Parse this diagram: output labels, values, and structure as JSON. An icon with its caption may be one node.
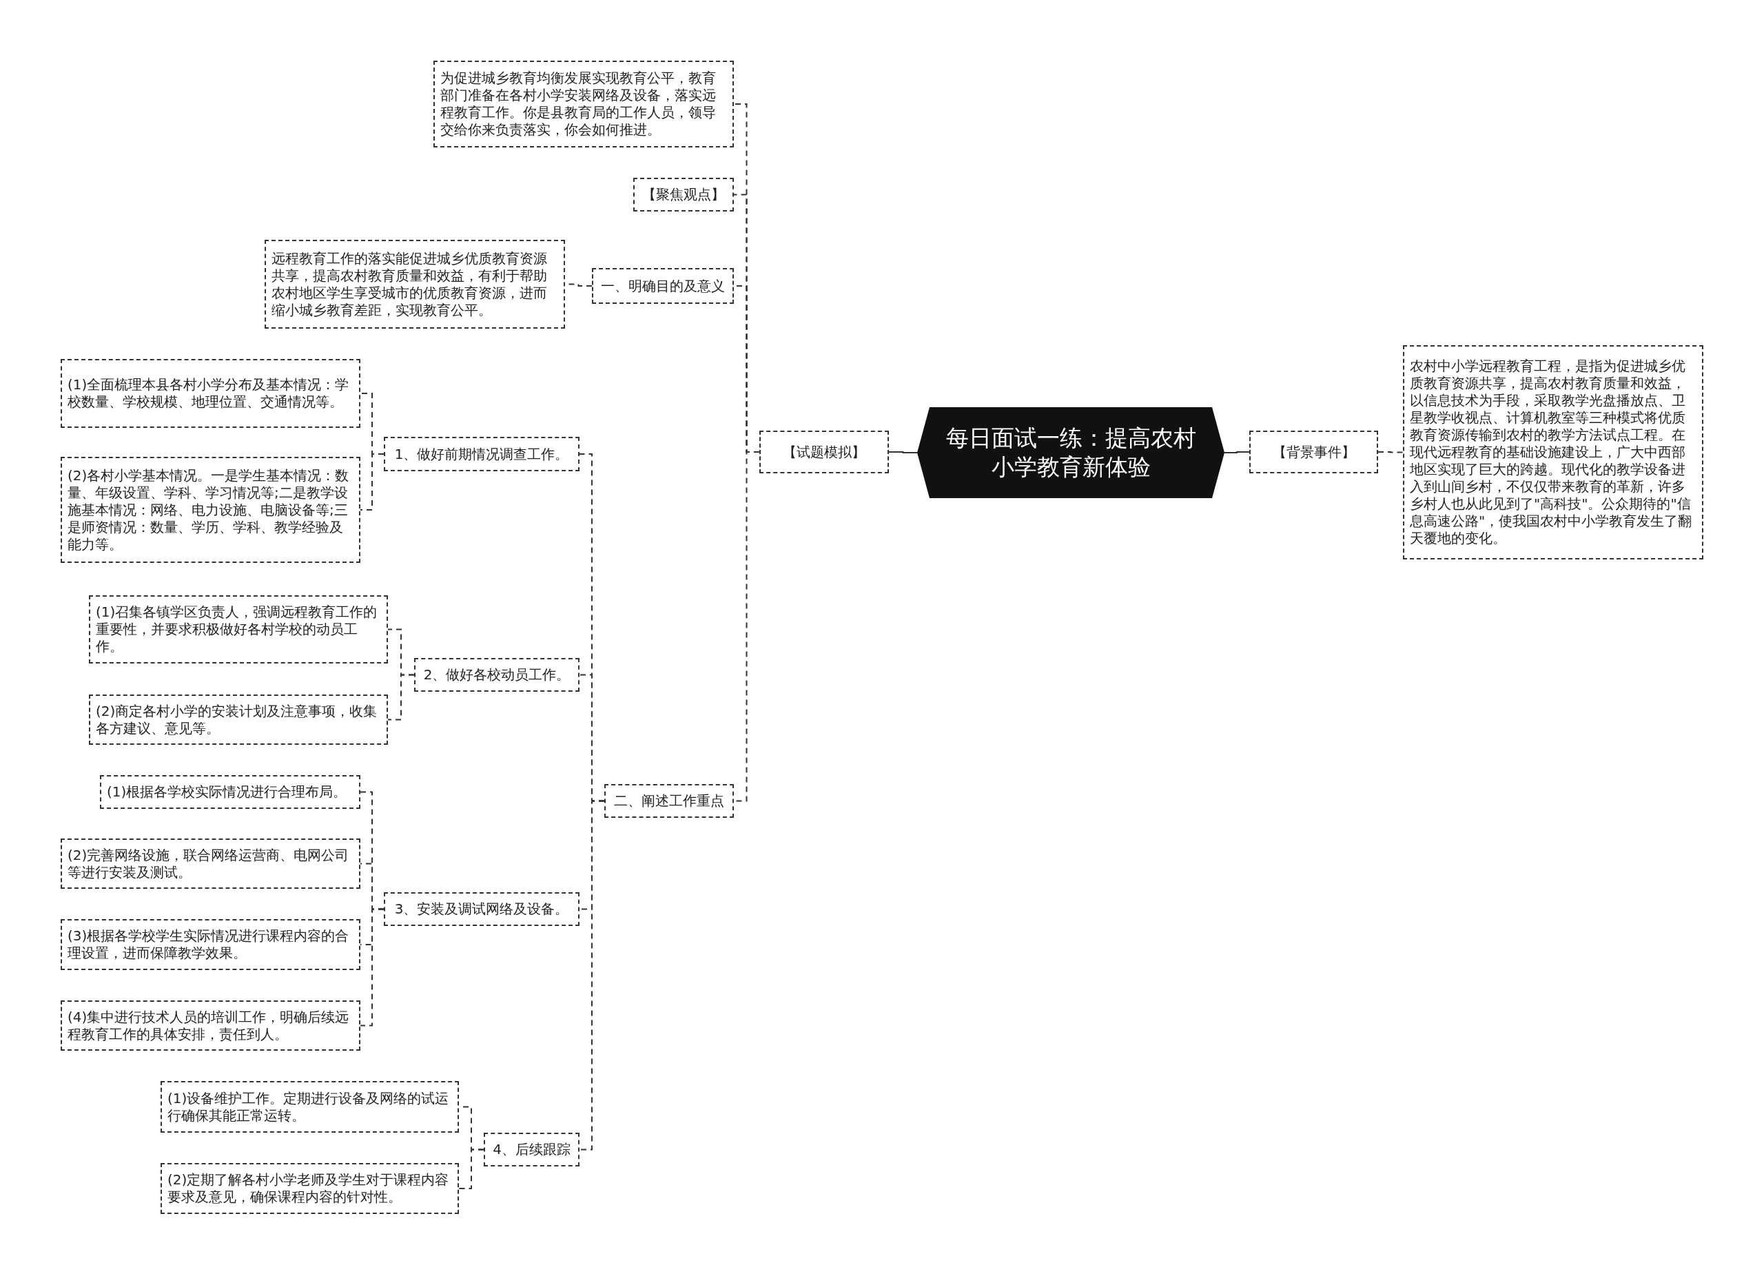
{
  "diagram": {
    "nodes": [
      {
        "text": [
          "每日面试一练：提高农村小学教育新体验"
        ]
      },
      {
        "text": [
          "【试题模拟】"
        ]
      },
      {
        "text": [
          "【背景事件】"
        ]
      },
      {
        "text": [
          "农村中小学远程教育工程，是指为促进城乡优质教育资源共享，提高农村教育质量和效益，以信息技术为手段，采取教学光盘播放点、卫星教学收视点、计算机教室等三种模式将优质教育资源传输到农村的教学方法试点工程。在现代远程教育的基础设施建设上，广大中西部地区实现了巨大的跨越。现代化的教学设备进入到山间乡村，不仅仅带来教育的革新，许多乡村人也从此见到了\"高科技\"。公众期待的\"信息高速公路\"，使我国农村中小学教育发生了翻天覆地的变化。"
        ]
      },
      {
        "text": [
          "为促进城乡教育均衡发展实现教育公平，教育部门准备在各村小学安装网络及设备，落实远程教育工作。你是县教育局的工作人员，领导交给你来负责落实，你会如何推进。"
        ]
      },
      {
        "text": [
          "【聚焦观点】"
        ]
      },
      {
        "text": [
          "一、明确目的及意义"
        ]
      },
      {
        "text": [
          "远程教育工作的落实能促进城乡优质教育资源共享，提高农村教育质量和效益，有利于帮助农村地区学生享受城市的优质教育资源，进而缩小城乡教育差距，实现教育公平。"
        ]
      },
      {
        "text": [
          "二、阐述工作重点"
        ]
      },
      {
        "text": [
          "1、做好前期情况调查工作。"
        ]
      },
      {
        "text": [
          "(1)全面梳理本县各村小学分布及基本情况：学校数量、学校规模、地理位置、交通情况等。"
        ]
      },
      {
        "text": [
          "(2)各村小学基本情况。一是学生基本情况：数量、年级设置、学科、学习情况等;二是教学设施基本情况：网络、电力设施、电脑设备等;三是师资情况：数量、学历、学科、教学经验及能力等。"
        ]
      },
      {
        "text": [
          "2、做好各校动员工作。"
        ]
      },
      {
        "text": [
          "(1)召集各镇学区负责人，强调远程教育工作的重要性，并要求积极做好各村学校的动员工作。"
        ]
      },
      {
        "text": [
          "(2)商定各村小学的安装计划及注意事项，收集各方建议、意见等。"
        ]
      },
      {
        "text": [
          "3、安装及调试网络及设备。"
        ]
      },
      {
        "text": [
          "(1)根据各学校实际情况进行合理布局。"
        ]
      },
      {
        "text": [
          "(2)完善网络设施，联合网络运营商、电网公司等进行安装及测试。"
        ]
      },
      {
        "text": [
          "(3)根据各学校学生实际情况进行课程内容的合理设置，进而保障教学效果。"
        ]
      },
      {
        "text": [
          "(4)集中进行技术人员的培训工作，明确后续远程教育工作的具体安排，责任到人。"
        ]
      },
      {
        "text": [
          "4、后续跟踪"
        ]
      },
      {
        "text": [
          "(1)设备维护工作。定期进行设备及网络的试运行确保其能正常运转。"
        ]
      },
      {
        "text": [
          "(2)定期了解各村小学老师及学生对于课程内容要求及意见，确保课程内容的针对性。"
        ]
      }
    ],
    "edges": [
      {
        "from": 0,
        "to": 1,
        "arrow": "none"
      },
      {
        "from": 0,
        "to": 2,
        "arrow": "none"
      },
      {
        "from": 2,
        "to": 3,
        "arrow": "none",
        "style": "dashed"
      },
      {
        "from": 1,
        "to": 4,
        "arrow": "none",
        "style": "dashed"
      },
      {
        "from": 1,
        "to": 5,
        "arrow": "none",
        "style": "dashed"
      },
      {
        "from": 1,
        "to": 6,
        "arrow": "none",
        "style": "dashed"
      },
      {
        "from": 1,
        "to": 8,
        "arrow": "none",
        "style": "dashed"
      },
      {
        "from": 6,
        "to": 7,
        "arrow": "none",
        "style": "dashed"
      },
      {
        "from": 8,
        "to": 9,
        "arrow": "none",
        "style": "dashed"
      },
      {
        "from": 8,
        "to": 12,
        "arrow": "none",
        "style": "dashed"
      },
      {
        "from": 8,
        "to": 15,
        "arrow": "none",
        "style": "dashed"
      },
      {
        "from": 8,
        "to": 20,
        "arrow": "none",
        "style": "dashed"
      },
      {
        "from": 9,
        "to": 10,
        "arrow": "none",
        "style": "dashed"
      },
      {
        "from": 9,
        "to": 11,
        "arrow": "none",
        "style": "dashed"
      },
      {
        "from": 12,
        "to": 13,
        "arrow": "none",
        "style": "dashed"
      },
      {
        "from": 12,
        "to": 14,
        "arrow": "none",
        "style": "dashed"
      },
      {
        "from": 15,
        "to": 16,
        "arrow": "none",
        "style": "dashed"
      },
      {
        "from": 15,
        "to": 17,
        "arrow": "none",
        "style": "dashed"
      },
      {
        "from": 15,
        "to": 18,
        "arrow": "none",
        "style": "dashed"
      },
      {
        "from": 15,
        "to": 19,
        "arrow": "none",
        "style": "dashed"
      },
      {
        "from": 20,
        "to": 21,
        "arrow": "none",
        "style": "dashed"
      },
      {
        "from": 20,
        "to": 22,
        "arrow": "none",
        "style": "dashed"
      }
    ]
  }
}
